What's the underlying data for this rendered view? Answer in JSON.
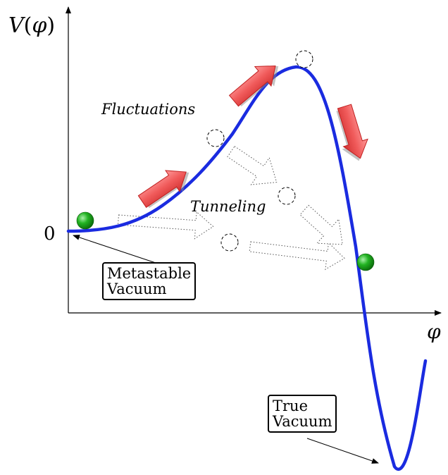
{
  "axes": {
    "y_label": "V(φ)",
    "y_label_fn": "V",
    "y_label_var": "φ",
    "x_label": "φ",
    "zero_tick": "0"
  },
  "labels": {
    "fluctuations": "Fluctuations",
    "tunneling": "Tunneling",
    "metastable_line1": "Metastable",
    "metastable_line2": "Vacuum",
    "true_line1": "True",
    "true_line2": "Vacuum"
  },
  "colors": {
    "curve": "#1a2be0",
    "ball": "#1fa51f",
    "arrow_fill": "#f06060",
    "arrow_edge": "#c02020",
    "axis": "#000000"
  },
  "icons": {
    "ball": "green-sphere",
    "bubble": "dashed-circle",
    "up_arrow": "red-block-arrow",
    "tunnel_arrow": "dotted-hollow-arrow"
  }
}
